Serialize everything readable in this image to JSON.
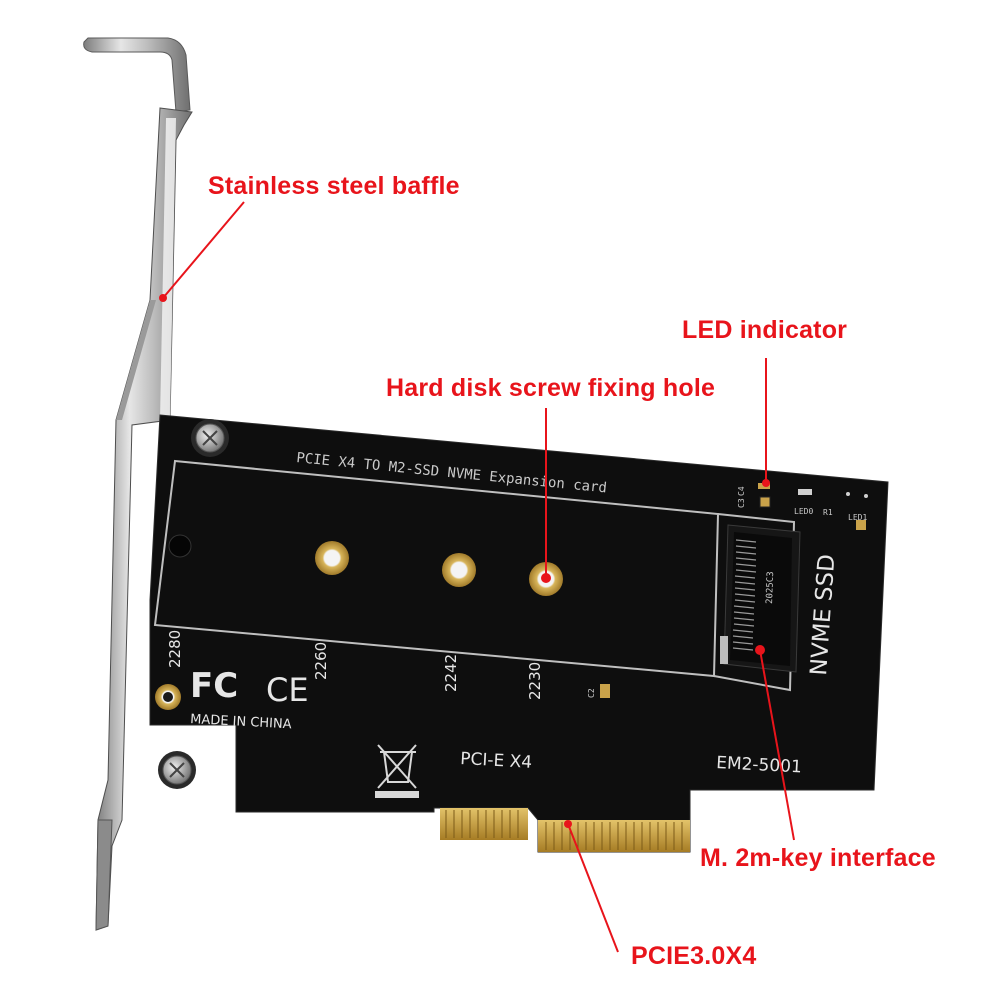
{
  "callouts": {
    "baffle": "Stainless steel baffle",
    "led": "LED indicator",
    "screw_hole": "Hard disk screw fixing hole",
    "m2_interface": "M. 2m-key interface",
    "pcie": "PCIE3.0X4"
  },
  "board": {
    "title_silk": "PCIE X4 TO  M2-SSD NVME Expansion card",
    "slot_sizes": [
      "2280",
      "2260",
      "2242",
      "2230"
    ],
    "fcc_mark": "FC",
    "ce_mark": "CE",
    "made_in": "MADE IN CHINA",
    "bus_label": "PCI-E X4",
    "model": "EM2-5001",
    "ssd_label": "NVME SSD",
    "connector_code": "2025C3",
    "led0": "LED0",
    "led1": "LED1",
    "r1": "R1",
    "c4": "C4",
    "c3": "C3",
    "c2": "C2"
  },
  "colors": {
    "callout_red": "#e8141b",
    "pcb": "#101010",
    "gold": "#c9a24a",
    "steel": "#c8c8c8"
  }
}
